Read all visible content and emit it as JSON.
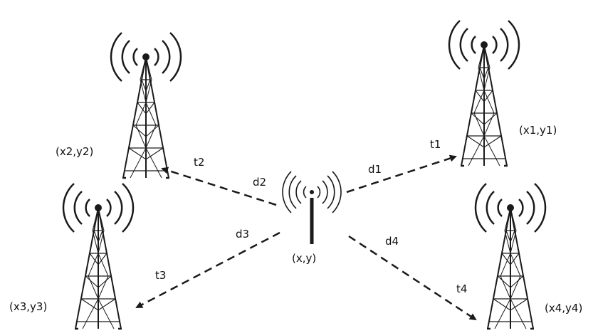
{
  "mobile": {
    "coord_label": "(x,y)"
  },
  "towers": [
    {
      "coord_label": "(x1,y1)",
      "distance_label": "d1",
      "time_label": "t1"
    },
    {
      "coord_label": "(x2,y2)",
      "distance_label": "d2",
      "time_label": "t2"
    },
    {
      "coord_label": "(x3,y3)",
      "distance_label": "d3",
      "time_label": "t3"
    },
    {
      "coord_label": "(x4,y4)",
      "distance_label": "d4",
      "time_label": "t4"
    }
  ],
  "colors": {
    "line": "#1a1a1a",
    "background": "#ffffff"
  }
}
